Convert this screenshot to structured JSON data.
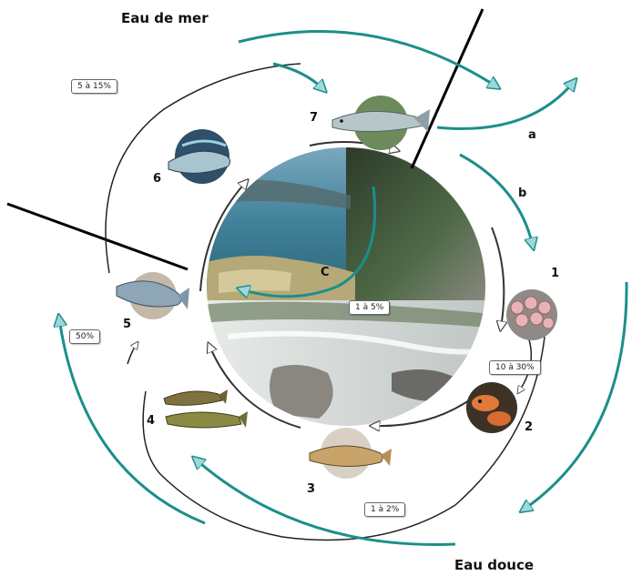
{
  "labels": {
    "sea_water": "Eau de mer",
    "fresh_water": "Eau douce"
  },
  "stages": [
    "1",
    "2",
    "3",
    "4",
    "5",
    "6",
    "7"
  ],
  "branches": {
    "a": "a",
    "b": "b",
    "c": "C"
  },
  "percentages": {
    "p_5_15": "5 à 15%",
    "p_1_5": "1 à 5%",
    "p_10_30": "10 à 30%",
    "p_50": "50%",
    "p_1_2": "1 à 2%"
  },
  "colors": {
    "arrow_teal": "#1b8f8a",
    "arrow_fill": "#9ed6dc",
    "cycle_line": "#333333",
    "bar_black": "#000000"
  },
  "icons": {
    "fish_7": "salmon-adult-fish-icon",
    "fish_6": "post-smolt-fish-icon",
    "fish_5": "smolt-fish-icon",
    "fish_4": "parr-fish-icon",
    "fish_3": "fry-fish-icon",
    "fish_2": "alevin-fish-icon",
    "eggs_1": "eggs-icon"
  }
}
